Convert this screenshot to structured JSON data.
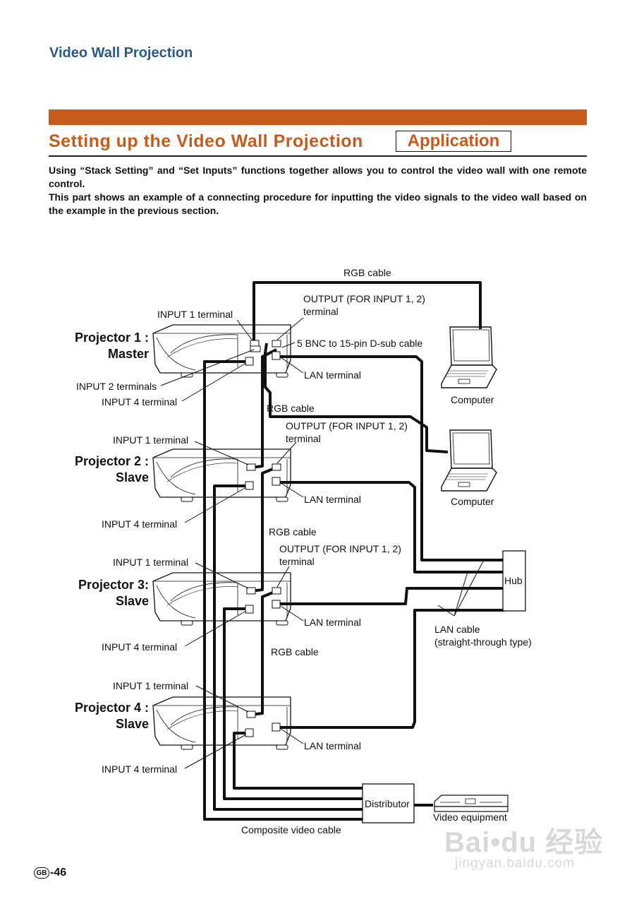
{
  "header": {
    "section_title": "Video Wall Projection"
  },
  "section": {
    "title": "Setting up the Video Wall Projection",
    "tag": "Application",
    "intro": [
      "Using “Stack Setting” and “Set Inputs” functions together allows you to control the video wall with one remote control.",
      "This part shows an example of a connecting procedure for inputting the video signals to the video wall based on the example in the previous section."
    ]
  },
  "diagram": {
    "projectors": [
      {
        "line1": "Projector 1 :",
        "line2": "Master"
      },
      {
        "line1": "Projector 2 :",
        "line2": "Slave"
      },
      {
        "line1": "Projector 3:",
        "line2": "Slave"
      },
      {
        "line1": "Projector 4 :",
        "line2": "Slave"
      }
    ],
    "labels": {
      "rgb_cable_top": "RGB cable",
      "output_terminal_1a": "OUTPUT (FOR INPUT 1, 2)",
      "output_terminal_1b": "terminal",
      "input1_terminal_1": "INPUT 1 terminal",
      "bnc_cable": "5 BNC to 15-pin D-sub cable",
      "lan_terminal_1": "LAN terminal",
      "input2_terminals": "INPUT 2 terminals",
      "input4_terminal_1": "INPUT 4 terminal",
      "computer_1": "Computer",
      "rgb_cable_2": "RGB cable",
      "output_terminal_2a": "OUTPUT (FOR INPUT 1, 2)",
      "output_terminal_2b": "terminal",
      "input1_terminal_2": "INPUT 1 terminal",
      "lan_terminal_2": "LAN terminal",
      "computer_2": "Computer",
      "input4_terminal_2": "INPUT 4 terminal",
      "rgb_cable_3": "RGB cable",
      "output_terminal_3a": "OUTPUT (FOR INPUT 1, 2)",
      "output_terminal_3b": "terminal",
      "input1_terminal_3": "INPUT 1 terminal",
      "hub": "Hub",
      "lan_terminal_3": "LAN terminal",
      "lan_cable_a": "LAN cable",
      "lan_cable_b": "(straight-through type)",
      "input4_terminal_3": "INPUT 4 terminal",
      "rgb_cable_4": "RGB cable",
      "input1_terminal_4": "INPUT 1 terminal",
      "lan_terminal_4": "LAN terminal",
      "input4_terminal_4": "INPUT 4 terminal",
      "distributor": "Distributor",
      "video_equipment": "Video equipment",
      "composite_cable": "Composite video cable"
    }
  },
  "footer": {
    "region_badge": "GB",
    "page_number": "-46"
  },
  "watermark": {
    "line1": "Bai•du 经验",
    "line2": "jingyan.baidu.com"
  },
  "colors": {
    "accent": "#c65b1c",
    "header_blue": "#2a5a8c"
  }
}
